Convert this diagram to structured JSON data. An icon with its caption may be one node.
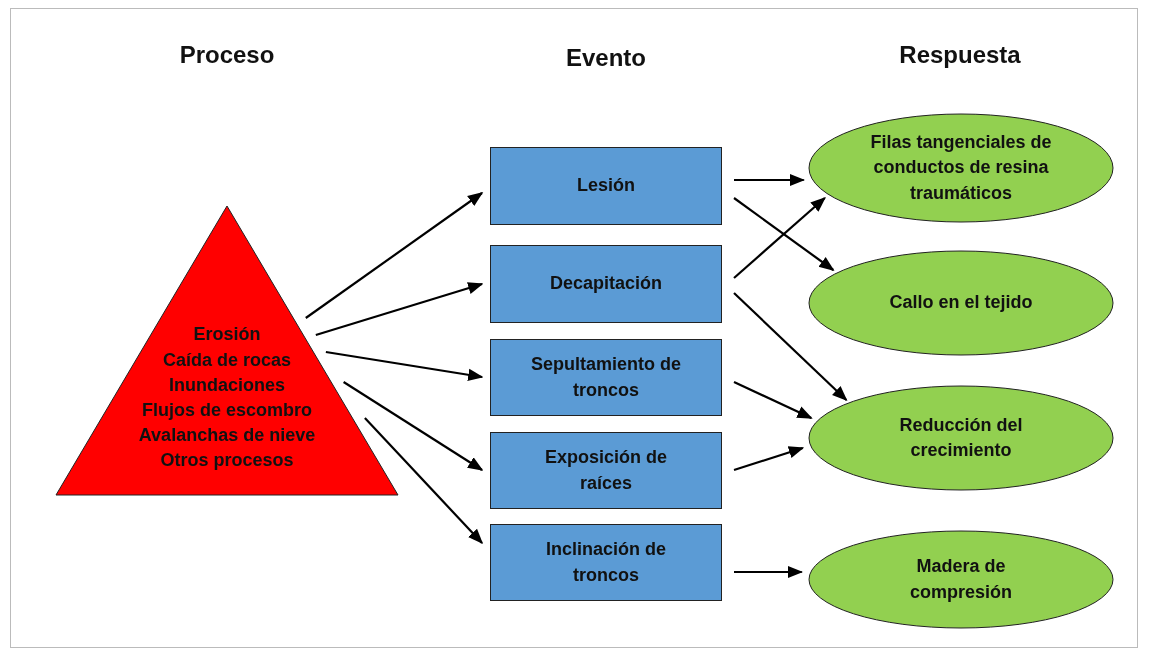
{
  "diagram": {
    "nodes": [
      {
        "text": [
          "Erosión",
          "Caída de rocas",
          "Inundaciones",
          "Flujos de escombro",
          "Avalanchas de nieve",
          "Otros procesos"
        ]
      },
      {
        "text": [
          "Lesión"
        ]
      },
      {
        "text": [
          "Decapitación"
        ]
      },
      {
        "text": [
          "Sepultamiento de troncos"
        ]
      },
      {
        "text": [
          "Exposición de raíces"
        ]
      },
      {
        "text": [
          "Inclinación de troncos"
        ]
      },
      {
        "text": [
          "Filas tangenciales de conductos de resina traumáticos"
        ]
      },
      {
        "text": [
          "Callo en el tejido"
        ]
      },
      {
        "text": [
          "Reducción del crecimiento"
        ]
      },
      {
        "text": [
          "Madera de compresión"
        ]
      }
    ],
    "edges": [
      {
        "from": 0,
        "to": 1,
        "arrow": "to"
      },
      {
        "from": 0,
        "to": 2,
        "arrow": "to"
      },
      {
        "from": 0,
        "to": 3,
        "arrow": "to"
      },
      {
        "from": 0,
        "to": 4,
        "arrow": "to"
      },
      {
        "from": 0,
        "to": 5,
        "arrow": "to"
      },
      {
        "from": 1,
        "to": 6,
        "arrow": "to"
      },
      {
        "from": 1,
        "to": 7,
        "arrow": "to"
      },
      {
        "from": 2,
        "to": 6,
        "arrow": "to"
      },
      {
        "from": 2,
        "to": 8,
        "arrow": "to"
      },
      {
        "from": 3,
        "to": 8,
        "arrow": "to"
      },
      {
        "from": 4,
        "to": 8,
        "arrow": "to"
      },
      {
        "from": 5,
        "to": 9,
        "arrow": "to"
      }
    ],
    "labels": [
      "Proceso",
      "Evento",
      "Respuesta"
    ]
  }
}
